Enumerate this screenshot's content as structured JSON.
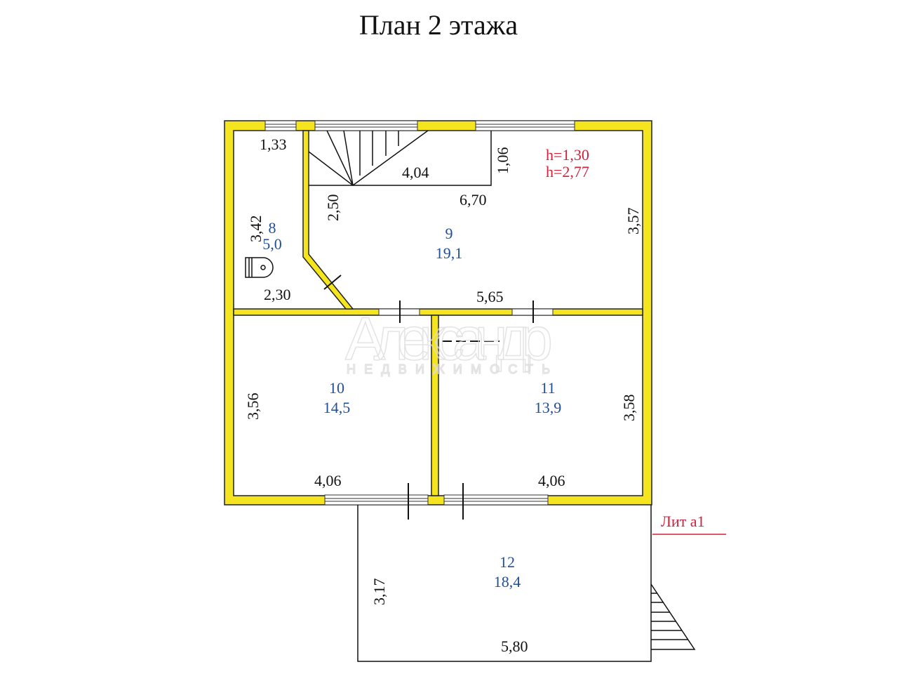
{
  "title": "План 2 этажа",
  "colors": {
    "wall": "#f5e51e",
    "room_label": "#1f4f9a",
    "height_label": "#d0203a"
  },
  "rooms": [
    {
      "number": "8",
      "area": "5,0"
    },
    {
      "number": "9",
      "area": "19,1"
    },
    {
      "number": "10",
      "area": "14,5"
    },
    {
      "number": "11",
      "area": "13,9"
    },
    {
      "number": "12",
      "area": "18,4"
    }
  ],
  "dimensions": {
    "r8_top": "1,33",
    "r8_left": "3,42",
    "r8_bottom": "2,30",
    "stair_len": "4,04",
    "stair_w": "1,06",
    "r9_part": "2,50",
    "r9_top": "6,70",
    "r9_right": "3,57",
    "r9_bottom": "5,65",
    "r10_left": "3,56",
    "r10_bottom": "4,06",
    "r11_right": "3,58",
    "r11_bottom": "4,06",
    "r12_left": "3,17",
    "r12_bottom": "5,80"
  },
  "heights": [
    "h=1,30",
    "h=2,77"
  ],
  "lit_label": "Лит а1",
  "watermark": {
    "main": "Александр",
    "sub": "НЕДВИЖИМОСТЬ"
  }
}
